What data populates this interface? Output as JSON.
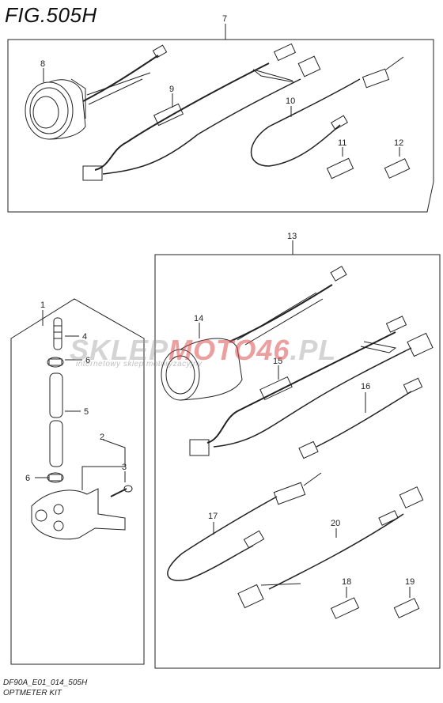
{
  "title": "FIG.505H",
  "watermark": {
    "brand_a": "SKLEP",
    "brand_b": "MOTO46",
    "suffix": ".PL",
    "sub": "internetowy sklep motoryzacyjny"
  },
  "footer": {
    "code": "DF90A_E01_014_505H",
    "caption": "OPTMETER KIT"
  },
  "callouts": {
    "n1": "1",
    "n2": "2",
    "n3": "3",
    "n4": "4",
    "n5": "5",
    "n6a": "6",
    "n6b": "6",
    "n7": "7",
    "n8": "8",
    "n9": "9",
    "n10": "10",
    "n11": "11",
    "n12": "12",
    "n13": "13",
    "n14": "14",
    "n15": "15",
    "n16": "16",
    "n17": "17",
    "n18": "18",
    "n19": "19",
    "n20": "20"
  },
  "colors": {
    "line": "#1a1a1a",
    "wire": "#333333",
    "frame": "#222222"
  }
}
